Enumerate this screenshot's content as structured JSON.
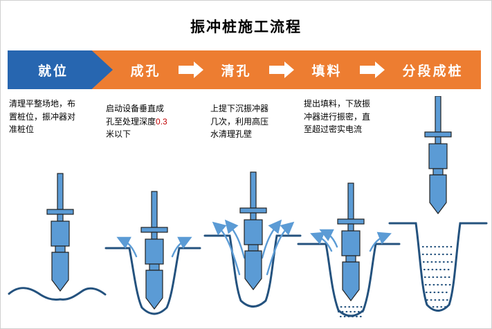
{
  "title": "振冲桩施工流程",
  "banner": {
    "steps": [
      {
        "id": "jiuwei",
        "label": "就位",
        "highlighted": true
      },
      {
        "id": "chengkong",
        "label": "成孔"
      },
      {
        "id": "qingkong",
        "label": "清孔"
      },
      {
        "id": "tianliao",
        "label": "填料"
      },
      {
        "id": "fenduan",
        "label": "分段成桩"
      }
    ]
  },
  "descriptions": [
    {
      "text": "清理平整场地，布置桩位，振冲器对准桩位"
    },
    {
      "pre": "启动设备垂直成孔至处理深度",
      "value": "0.3",
      "post": "米以下"
    },
    {
      "text": "上提下沉振冲器几次，利用高压水清理孔壁"
    },
    {
      "text": "提出填料，下放振冲器进行振密，直至超过密实电流"
    }
  ],
  "icons": {
    "flow_arrow": "white-block-arrow-right"
  },
  "colors": {
    "banner_orange": "#ED7D31",
    "step_box_blue": "#2766B0",
    "device_blue": "#5B9BD5",
    "ground_dark_blue": "#24527E",
    "water_arrow_blue": "#5B9BD5",
    "depth_value_red": "#C00000"
  }
}
